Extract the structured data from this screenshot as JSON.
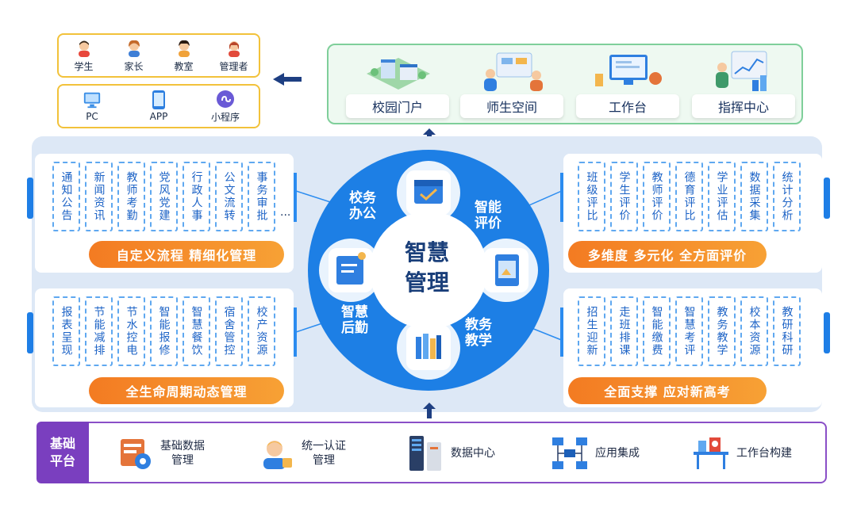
{
  "users": [
    {
      "label": "学生",
      "icon": "student-icon"
    },
    {
      "label": "家长",
      "icon": "parent-icon"
    },
    {
      "label": "教室",
      "icon": "classroom-icon"
    },
    {
      "label": "管理者",
      "icon": "admin-icon"
    }
  ],
  "terminals": [
    {
      "label": "PC",
      "icon": "pc-icon"
    },
    {
      "label": "APP",
      "icon": "tablet-icon"
    },
    {
      "label": "小程序",
      "icon": "miniprogram-icon"
    }
  ],
  "portals": [
    {
      "label": "校园门户",
      "icon": "campus-illustration-icon"
    },
    {
      "label": "师生空间",
      "icon": "space-illustration-icon"
    },
    {
      "label": "工作台",
      "icon": "workbench-illustration-icon"
    },
    {
      "label": "指挥中心",
      "icon": "command-center-illustration-icon"
    }
  ],
  "modules": {
    "top_left": {
      "items": [
        "通知公告",
        "新闻资讯",
        "教师考勤",
        "党风党建",
        "行政人事",
        "公文流转",
        "事务审批"
      ],
      "ellipsis": "...",
      "tagline": "自定义流程 精细化管理"
    },
    "bottom_left": {
      "items": [
        "报表呈现",
        "节能减排",
        "节水控电",
        "智能报修",
        "智慧餐饮",
        "宿舍管控",
        "校产资源"
      ],
      "tagline": "全生命周期动态管理"
    },
    "top_right": {
      "items": [
        "班级评比",
        "学生评价",
        "教师评价",
        "德育评比",
        "学业评估",
        "数据采集",
        "统计分析"
      ],
      "tagline": "多维度 多元化 全方面评价"
    },
    "bottom_right": {
      "items": [
        "招生迎新",
        "走班排课",
        "智能缴费",
        "智慧考评",
        "教务教学",
        "校本资源",
        "教研科研"
      ],
      "tagline": "全面支撑 应对新高考"
    }
  },
  "center": {
    "title_line1": "智慧",
    "title_line2": "管理",
    "segments": {
      "top_left": {
        "line1": "校务",
        "line2": "办公",
        "icon": "calendar-check-icon"
      },
      "top_right": {
        "line1": "智能",
        "line2": "评价",
        "icon": "notebook-icon"
      },
      "bottom_left": {
        "line1": "智慧",
        "line2": "后勤",
        "icon": "memo-icon"
      },
      "bottom_right": {
        "line1": "教务",
        "line2": "教学",
        "icon": "books-icon"
      }
    },
    "colors": {
      "ring": "#1d7fe5",
      "ring_light": "#2f96f2",
      "core": "#ffffff"
    }
  },
  "base": {
    "tag_line1": "基础",
    "tag_line2": "平台",
    "items": [
      {
        "line1": "基础数据",
        "line2": "管理",
        "icon": "data-management-icon"
      },
      {
        "line1": "统一认证",
        "line2": "管理",
        "icon": "auth-user-icon"
      },
      {
        "line1": "数据中心",
        "line2": "",
        "icon": "server-rack-icon"
      },
      {
        "line1": "应用集成",
        "line2": "",
        "icon": "network-integration-icon"
      },
      {
        "line1": "工作台构建",
        "line2": "",
        "icon": "workbench-build-icon"
      }
    ]
  },
  "colors": {
    "accent_orange": "#f37b22",
    "accent_blue": "#1e7ee6",
    "base_purple": "#7a3fbf",
    "portal_green": "#7fcf9a",
    "user_yellow": "#f2c23a"
  }
}
